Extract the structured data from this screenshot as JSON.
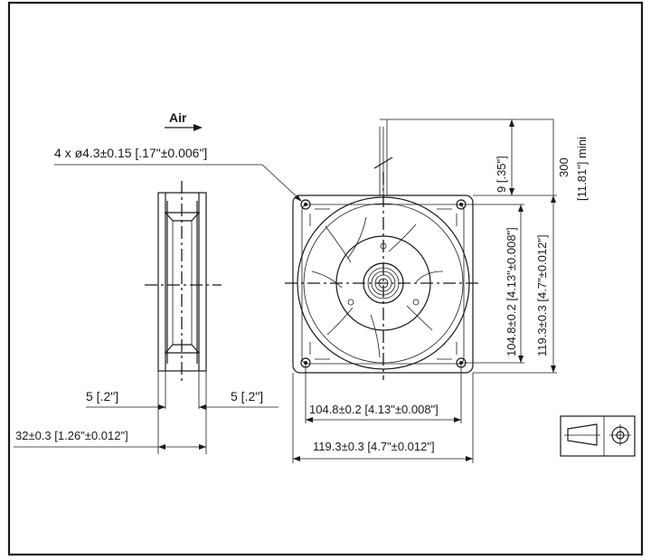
{
  "annotations": {
    "airflow": "Air",
    "holes": "4 x ø4.3±0.15 [.17\"±0.006\"]",
    "side_wall_left": "5 [.2\"]",
    "side_wall_right": "5 [.2\"]",
    "thickness": "32±0.3 [1.26\"±0.012\"]",
    "hole_pitch_h": "104.8±0.2 [4.13\"±0.008\"]",
    "width_h": "119.3±0.3 [4.7\"±0.012\"]",
    "hole_pitch_v": "104.8±0.2 [4.13\"±0.008\"]",
    "height_v": "119.3±0.3 [4.7\"±0.012\"]",
    "lead_offset": "9 [.35\"]",
    "lead_length": "300",
    "lead_length_in": "[11.81\"] mini"
  },
  "colors": {
    "line": "#1a1a1a",
    "background": "#ffffff"
  },
  "icons": {
    "projection_symbol": "third-angle-projection-icon"
  }
}
